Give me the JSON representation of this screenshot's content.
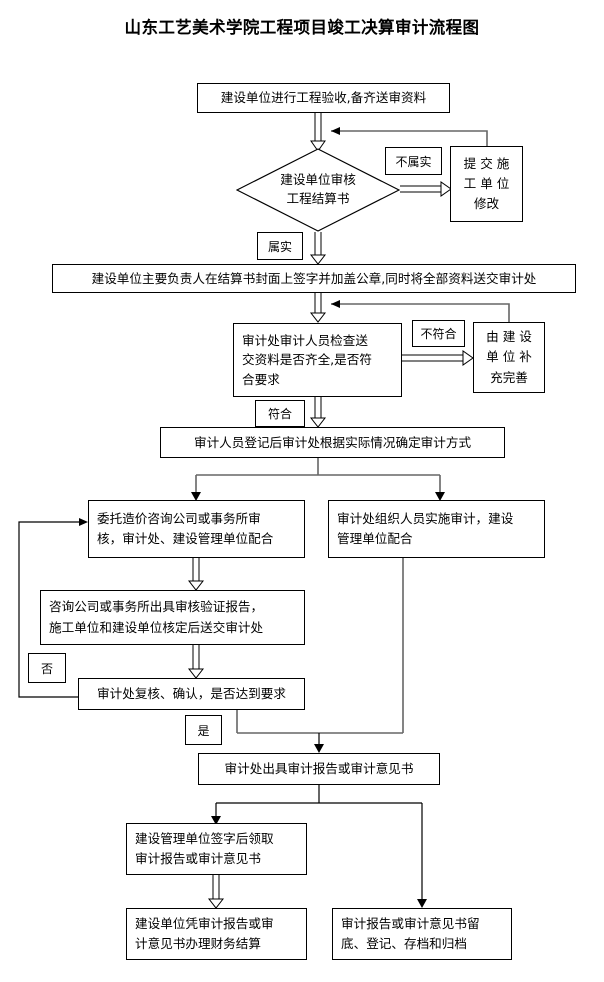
{
  "title": "山东工艺美术学院工程项目竣工决算审计流程图",
  "nodes": {
    "start": "建设单位进行工程验收,备齐送审资料",
    "decision1_line1": "建设单位审核",
    "decision1_line2": "工程结算书",
    "not_true_label": "不属实",
    "true_label": "属实",
    "submit_contractor_revise": "提 交 施\n工 单 位\n修改",
    "submit_contractor_revise_lines": [
      "提 交 施",
      "工 单 位",
      "修改"
    ],
    "sign_seal": "建设单位主要负责人在结算书封面上签字并加盖公章,同时将全部资料送交审计处",
    "audit_check_lines": [
      "审计处审计人员检查送",
      "交资料是否齐全,是否符",
      "合要求"
    ],
    "not_conform_label": "不符合",
    "conform_label": "符合",
    "owner_supplement_lines": [
      "由 建 设",
      "单 位 补",
      "充完善"
    ],
    "register_determine": "审计人员登记后审计处根据实际情况确定审计方式",
    "branch_left_lines": [
      "委托造价咨询公司或事务所审",
      "核，审计处、建设管理单位配合"
    ],
    "branch_right_lines": [
      "审计处组织人员实施审计，建设",
      "管理单位配合"
    ],
    "consult_report_lines": [
      "咨询公司或事务所出具审核验证报告，",
      "施工单位和建设单位核定后送交审计处"
    ],
    "no_label": "否",
    "yes_label": "是",
    "review_confirm": "审计处复核、确认，是否达到要求",
    "issue_report": "审计处出具审计报告或审计意见书",
    "mgmt_sign_receive_lines": [
      "建设管理单位签字后领取",
      "审计报告或审计意见书"
    ],
    "finance_settle_lines": [
      "建设单位凭审计报告或审",
      "计意见书办理财务结算"
    ],
    "archive_lines": [
      "审计报告或审计意见书留",
      "底、登记、存档和归档"
    ]
  },
  "colors": {
    "stroke": "#000000",
    "connector_gray": "#666666",
    "background": "#ffffff",
    "text": "#000000"
  }
}
